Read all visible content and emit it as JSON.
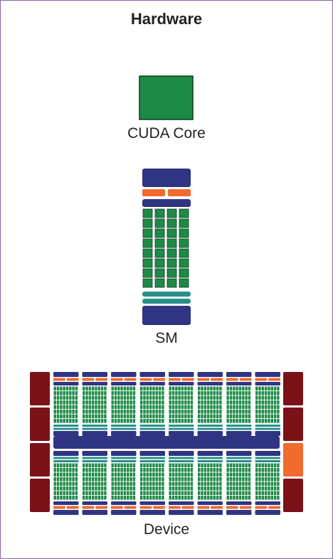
{
  "title": "Hardware",
  "labels": {
    "cuda_core": "CUDA Core",
    "sm": "SM",
    "device": "Device"
  },
  "colors": {
    "border": "#8e62a7",
    "core_green": "#1e8a48",
    "core_stroke": "#0b3b1e",
    "navy": "#2f3483",
    "orange": "#ef6b2e",
    "teal": "#2a8f8a",
    "maroon": "#7a1218"
  },
  "sm_layout": {
    "core_rows": 8,
    "core_cols": 4,
    "orange_units": 2,
    "teal_bars": 2
  },
  "device_layout": {
    "sm_columns": 8,
    "sm_rows": 2,
    "left_blocks": 4,
    "right_blocks": 4,
    "right_highlight_index": 2
  }
}
